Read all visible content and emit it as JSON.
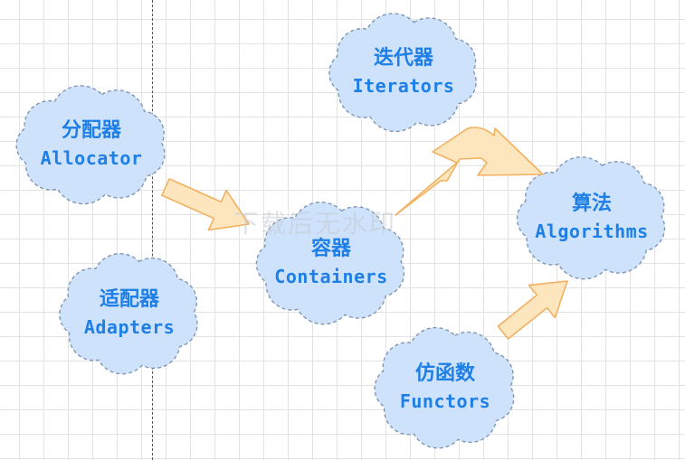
{
  "colors": {
    "cloud_fill": "#cfe2fb",
    "cloud_stroke": "#7f97b2",
    "label_text": "#1e7fe6",
    "arrow_fill": "#fde6bd",
    "arrow_stroke": "#f2b160",
    "watermark": "#c4cbd3"
  },
  "nodes": {
    "allocator": {
      "zh": "分配器",
      "en": "Allocator"
    },
    "iterators": {
      "zh": "迭代器",
      "en": "Iterators"
    },
    "containers": {
      "zh": "容器",
      "en": "Containers"
    },
    "algorithms": {
      "zh": "算法",
      "en": "Algorithms"
    },
    "adapters": {
      "zh": "适配器",
      "en": "Adapters"
    },
    "functors": {
      "zh": "仿函数",
      "en": "Functors"
    }
  },
  "watermark": "下载后无水印"
}
